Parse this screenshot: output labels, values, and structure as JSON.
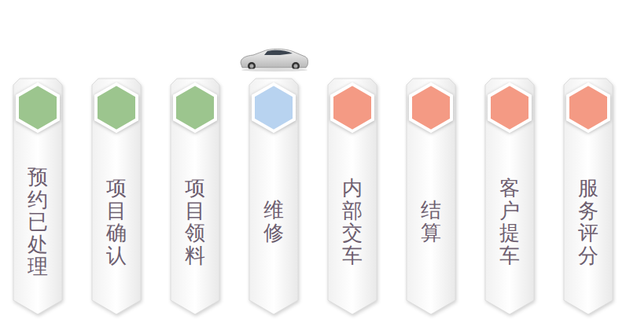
{
  "diagram": {
    "nodes": [
      {
        "text": [
          "预约已处理"
        ]
      },
      {
        "text": [
          "项目确认"
        ]
      },
      {
        "text": [
          "项目领料"
        ]
      },
      {
        "text": [
          "维修"
        ]
      },
      {
        "text": [
          "内部交车"
        ]
      },
      {
        "text": [
          "结算"
        ]
      },
      {
        "text": [
          "客户提车"
        ]
      },
      {
        "text": [
          "服务评分"
        ]
      }
    ]
  }
}
